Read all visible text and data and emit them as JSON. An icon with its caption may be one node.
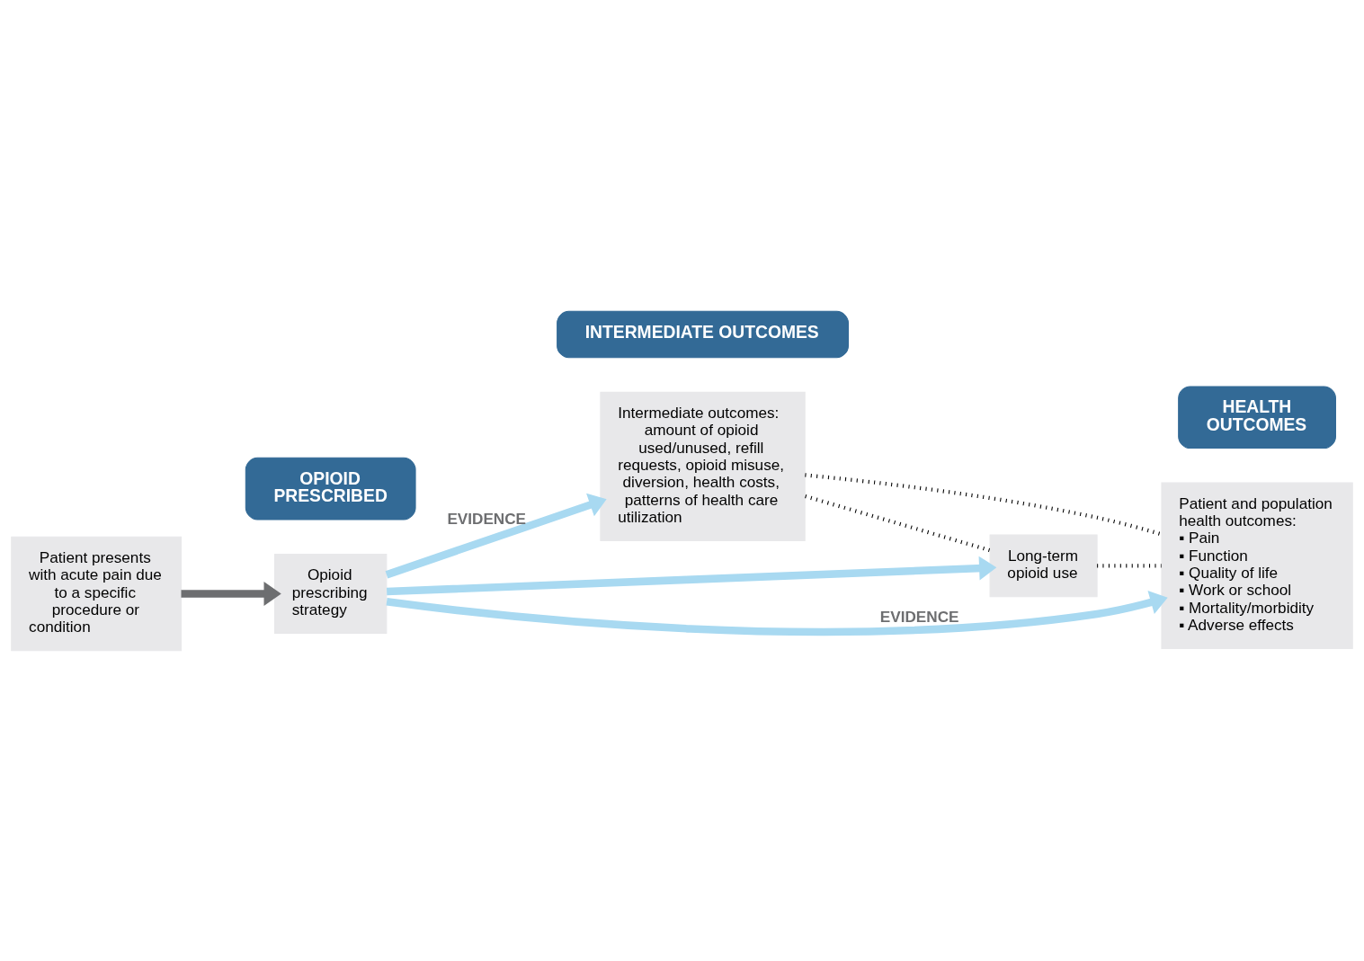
{
  "diagram": {
    "nodes": [
      {
        "text": [
          "OPIOID PRESCRIBED"
        ]
      },
      {
        "text": [
          "INTERMEDIATE OUTCOMES"
        ]
      },
      {
        "text": [
          "HEALTH OUTCOMES"
        ]
      },
      {
        "text": [
          "Patient presents with acute pain due to a specific procedure or condition"
        ]
      },
      {
        "text": [
          "Opioid prescribing strategy"
        ]
      },
      {
        "text": [
          "Intermediate outcomes:",
          "amount of opioid used/unused, refill requests, opioid misuse, diversion, health costs, patterns of health care utilization"
        ]
      },
      {
        "text": [
          "Long-term opioid use"
        ]
      },
      {
        "text": [
          "Patient and population health outcomes:",
          "▪ Pain",
          "▪ Function",
          "▪ Quality of life",
          "▪ Work or school",
          "▪ Mortality/morbidity",
          "▪ Adverse effects"
        ]
      }
    ],
    "edges": [
      {
        "from": 3,
        "to": 4,
        "arrow": "to",
        "color": "#6d6e70"
      },
      {
        "from": 4,
        "to": 5,
        "arrow": "to",
        "label": "EVIDENCE",
        "color": "#a8d9f1"
      },
      {
        "from": 4,
        "to": 6,
        "arrow": "to",
        "color": "#a8d9f1"
      },
      {
        "from": 4,
        "to": 7,
        "arrow": "to",
        "label": "EVIDENCE",
        "color": "#a8d9f1"
      },
      {
        "from": 5,
        "to": 6,
        "arrow": "none",
        "style": "dashed",
        "color": "#000000"
      },
      {
        "from": 6,
        "to": 7,
        "arrow": "none",
        "style": "dashed",
        "color": "#000000"
      },
      {
        "from": 5,
        "to": 7,
        "arrow": "none",
        "style": "dashed",
        "color": "#000000"
      }
    ]
  }
}
